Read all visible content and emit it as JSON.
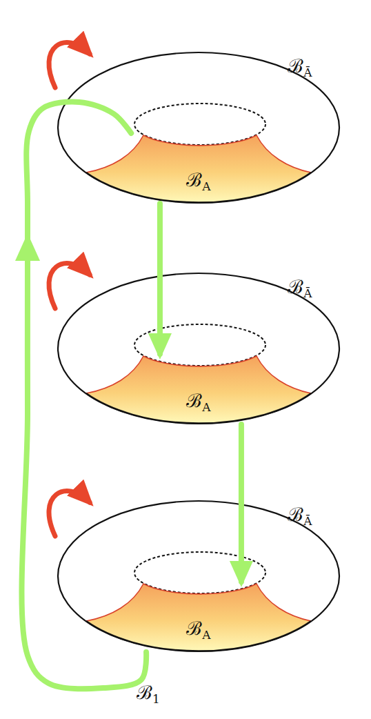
{
  "diagram": {
    "nodes": [
      {
        "text": [
          "ℬĀ"
        ]
      },
      {
        "text": [
          "ℬA"
        ],
        "in": 0
      },
      {
        "text": [
          "ℬĀ"
        ]
      },
      {
        "text": [
          "ℬA"
        ],
        "in": 2
      },
      {
        "text": [
          "ℬĀ"
        ]
      },
      {
        "text": [
          "ℬA"
        ],
        "in": 4
      }
    ],
    "edges": [
      {
        "from": 1,
        "to": 3,
        "arrow": "to"
      },
      {
        "from": 3,
        "to": 5,
        "arrow": "to"
      },
      {
        "from": 5,
        "to": 1,
        "label": "ℬ1",
        "arrow": "to"
      }
    ]
  }
}
